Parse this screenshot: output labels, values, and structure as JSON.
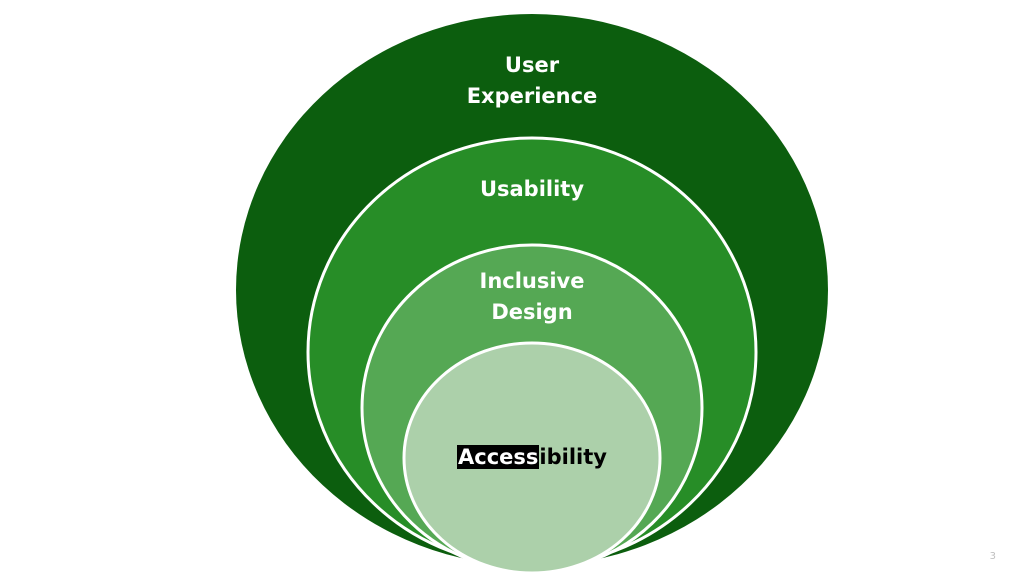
{
  "diagram": {
    "rings": [
      {
        "lines": [
          "User",
          "Experience"
        ],
        "color": "#0c5e0e"
      },
      {
        "lines": [
          "Usability"
        ],
        "color": "#278d27"
      },
      {
        "lines": [
          "Inclusive",
          "Design"
        ],
        "color": "#55a854"
      },
      {
        "text_highlighted": "Access",
        "text_rest": "ibility",
        "color": "#acd0aa"
      }
    ]
  },
  "page_number": "3"
}
